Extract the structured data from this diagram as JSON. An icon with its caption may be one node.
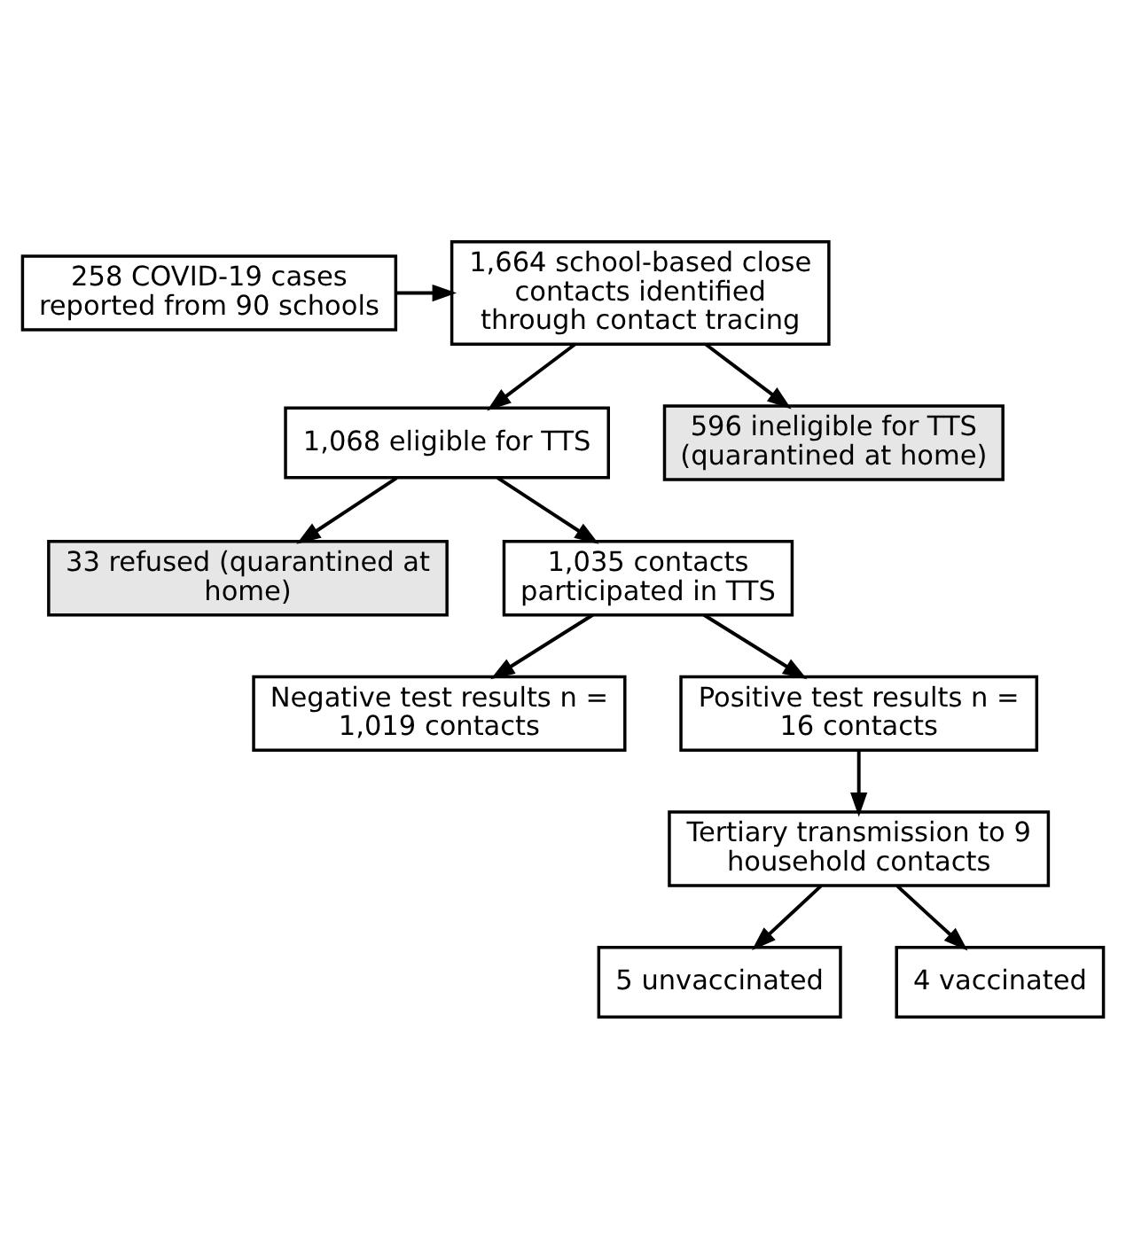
{
  "diagram": {
    "nodes": [
      {
        "text": [
          "258 COVID-19 cases reported from 90 schools"
        ]
      },
      {
        "text": [
          "1,664 school-based close contacts identified through contact tracing"
        ]
      },
      {
        "text": [
          "1,068 eligible for TTS"
        ]
      },
      {
        "text": [
          "33 refused (quarantined at home)"
        ]
      },
      {
        "text": [
          "596 ineligible for TTS (quarantined at home)"
        ]
      },
      {
        "text": [
          "1,035 contacts participated in TTS"
        ]
      },
      {
        "text": [
          "Negative test results n = 1,019 contacts"
        ]
      },
      {
        "text": [
          "Positive test results n = 16 contacts"
        ]
      },
      {
        "text": [
          "Tertiary transmission to 9 household contacts"
        ]
      },
      {
        "text": [
          "5 unvaccinated"
        ]
      },
      {
        "text": [
          "4 vaccinated"
        ]
      }
    ],
    "edges": [
      {
        "from": 0,
        "to": 1,
        "arrow": "to"
      },
      {
        "from": 1,
        "to": 2,
        "arrow": "to"
      },
      {
        "from": 1,
        "to": 4,
        "arrow": "to"
      },
      {
        "from": 2,
        "to": 3,
        "arrow": "to"
      },
      {
        "from": 2,
        "to": 5,
        "arrow": "to"
      },
      {
        "from": 5,
        "to": 6,
        "arrow": "to"
      },
      {
        "from": 5,
        "to": 7,
        "arrow": "to"
      },
      {
        "from": 7,
        "to": 8,
        "arrow": "to"
      },
      {
        "from": 8,
        "to": 9,
        "arrow": "to"
      },
      {
        "from": 8,
        "to": 10,
        "arrow": "to"
      }
    ]
  }
}
